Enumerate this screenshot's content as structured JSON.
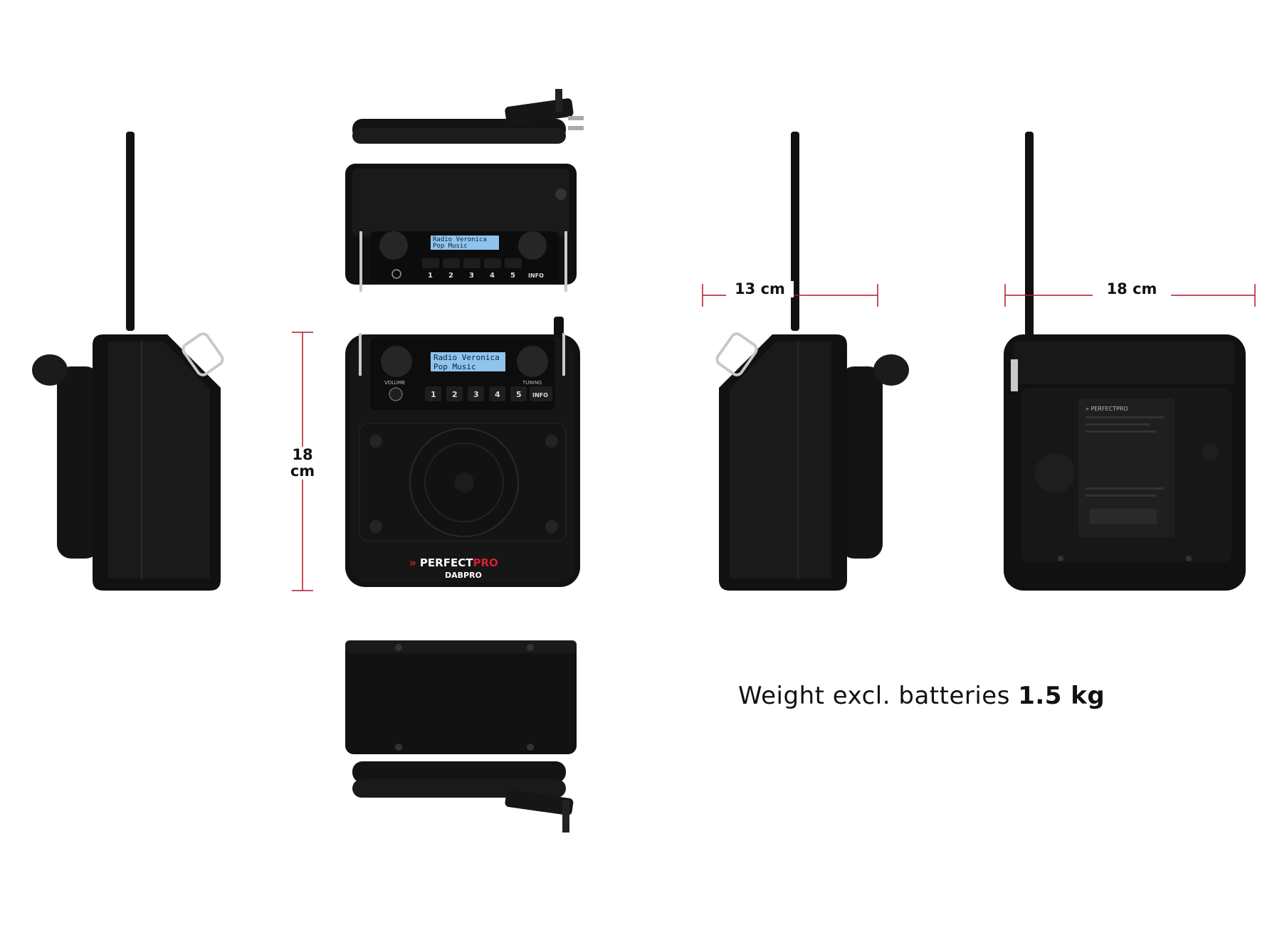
{
  "dimensions": {
    "height": {
      "value": "18",
      "unit": "cm"
    },
    "depth": {
      "label": "13 cm"
    },
    "width": {
      "label": "18 cm"
    }
  },
  "weight": {
    "prefix": "Weight excl. batteries",
    "value": "1.5 kg"
  },
  "radio": {
    "display_line1": "Radio Veronica",
    "display_line2": "Pop Music",
    "preset_buttons": [
      "1",
      "2",
      "3",
      "4",
      "5"
    ],
    "info_button": "INFO",
    "volume_label": "VOLUME",
    "tuning_label": "TUNING",
    "brand": "PERFECTPRO",
    "brand_accent": "PRO",
    "model": "DABPRO"
  },
  "colors": {
    "dimension_line": "#b0162a",
    "body": "#111111",
    "lcd": "#8fc4ec"
  }
}
